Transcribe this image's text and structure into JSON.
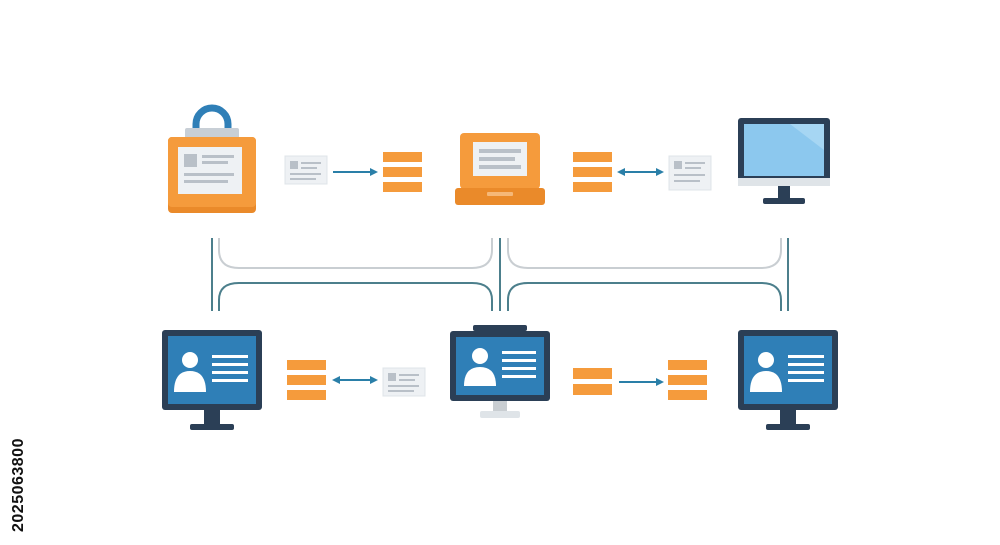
{
  "image_id_text": "2025063800",
  "colors": {
    "orange": "#f59b3c",
    "orange_dark": "#ea8a2a",
    "blue_screen": "#2f7fb7",
    "blue_light_screen": "#8cc8ee",
    "navy": "#2b3f56",
    "teal_line": "#4c7f8c",
    "gray_line": "#c9ced2",
    "arrow": "#2a7fa8",
    "card_bg": "#eef1f4"
  },
  "nodes": {
    "top_left": {
      "icon": "id-badge-icon"
    },
    "top_middle": {
      "icon": "laptop-icon"
    },
    "top_right": {
      "icon": "desktop-monitor-icon"
    },
    "bottom_left": {
      "icon": "user-profile-monitor-icon"
    },
    "bottom_middle": {
      "icon": "user-profile-monitor-icon"
    },
    "bottom_right": {
      "icon": "user-profile-monitor-icon"
    }
  },
  "flows": [
    {
      "from": "document-card-icon",
      "to": "data-stack-icon",
      "direction": "one-way"
    },
    {
      "from": "data-stack-icon",
      "to": "document-card-icon",
      "direction": "two-way"
    },
    {
      "from": "data-stack-icon",
      "to": "document-card-icon",
      "direction": "two-way"
    },
    {
      "from": "data-stack-icon",
      "to": "data-stack-icon",
      "direction": "one-way"
    }
  ]
}
